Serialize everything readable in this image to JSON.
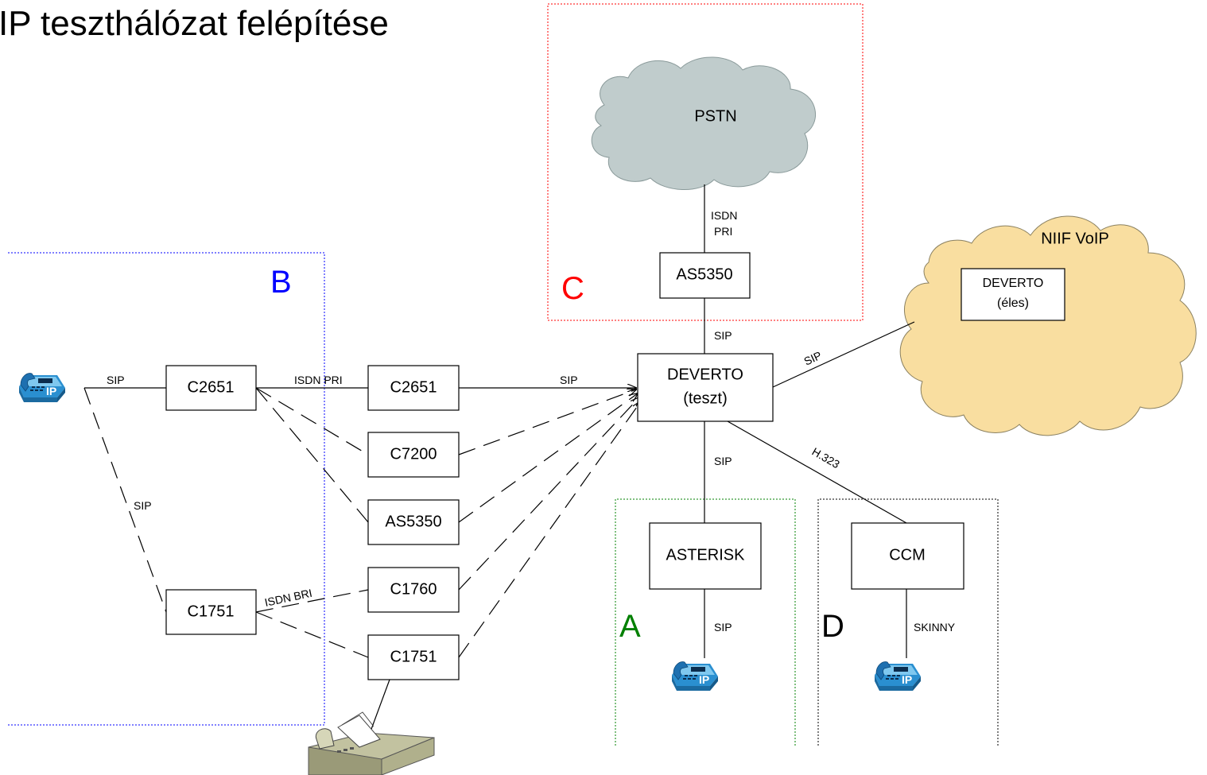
{
  "title": "IP teszthálózat felépítése",
  "zones": {
    "a": "A",
    "b": "B",
    "c": "C",
    "d": "D"
  },
  "colors": {
    "zone_a": "#008000",
    "zone_b": "#0000ff",
    "zone_c": "#ff0000",
    "zone_d": "#000000",
    "pstn_cloud": "#c0cccc",
    "niif_cloud": "#f9dea0"
  },
  "clouds": {
    "pstn": "PSTN",
    "niif": "NIIF VoIP"
  },
  "nodes": {
    "as5350_top": "AS5350",
    "deverto_line1": "DEVERTO",
    "deverto_line2": "(teszt)",
    "deverto_eles_line1": "DEVERTO",
    "deverto_eles_line2": "(éles)",
    "c2651_left": "C2651",
    "c1751_left": "C1751",
    "c2651_mid": "C2651",
    "c7200": "C7200",
    "as5350_mid": "AS5350",
    "c1760": "C1760",
    "c1751_mid": "C1751",
    "asterisk": "ASTERISK",
    "ccm": "CCM"
  },
  "links": {
    "isdn_pri_pstn_1": "ISDN",
    "isdn_pri_pstn_2": "PRI",
    "sip_as_deverto": "SIP",
    "sip_niif": "SIP",
    "sip_asterisk": "SIP",
    "h323": "H.323",
    "sip_phone_c2651": "SIP",
    "isdn_pri_b": "ISDN PRI",
    "sip_c2651_deverto": "SIP",
    "sip_phone_c1751": "SIP",
    "isdn_bri": "ISDN BRI",
    "sip_phone_asterisk": "SIP",
    "skinny": "SKINNY"
  },
  "icons": [
    "ip-phone-icon",
    "fax-machine-icon",
    "cloud-icon"
  ]
}
